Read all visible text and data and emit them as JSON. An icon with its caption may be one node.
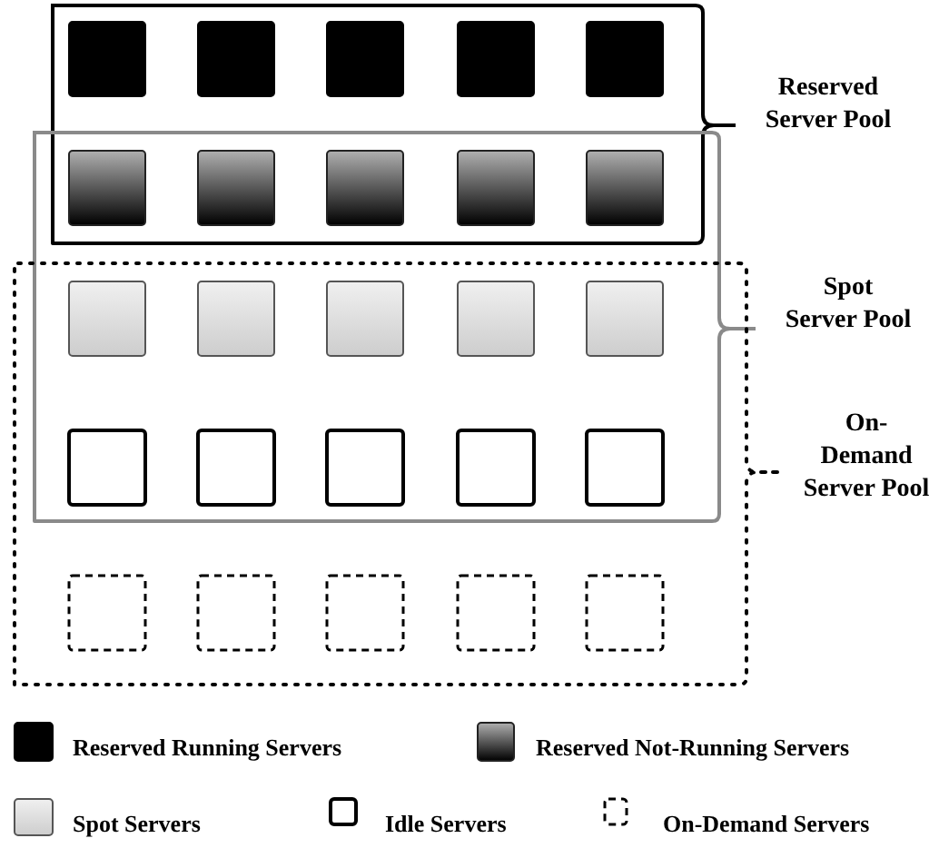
{
  "diagram": {
    "nodes": [
      {
        "text": [
          "Reserved Server Pool"
        ]
      },
      {
        "text": [
          "Spot Server Pool"
        ]
      },
      {
        "text": [
          "On-Demand Server Pool"
        ]
      }
    ],
    "legend": [
      {
        "text": "Reserved Running Servers",
        "color": "#000000"
      },
      {
        "text": "Reserved Not-Running Servers"
      },
      {
        "text": "Spot Servers"
      },
      {
        "text": "Idle Servers"
      },
      {
        "text": "On-Demand Servers"
      }
    ]
  }
}
